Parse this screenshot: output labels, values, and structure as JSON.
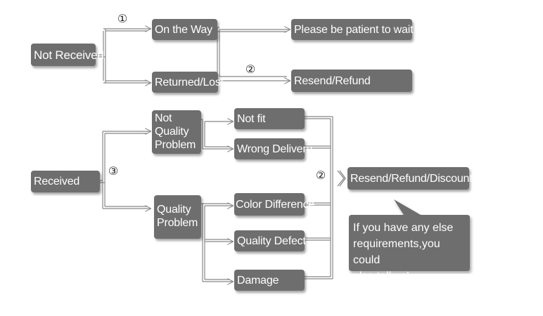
{
  "nodes": {
    "not_received": "Not Received",
    "on_the_way": "On the Way",
    "returned_lost": "Returned/Lost",
    "please_wait": "Please be patient to wait",
    "resend_refund": "Resend/Refund",
    "received": "Received",
    "not_quality_problem": "Not\nQuality\nProblem",
    "quality_problem": "Quality\nProblem",
    "not_fit": "Not fit",
    "wrong_delivery": "Wrong Deliveru",
    "color_difference": "Color Difference",
    "quality_defect": "Quality Defect",
    "damage": "Damage",
    "resend_refund_discount": "Resend/Refund/Discount"
  },
  "markers": {
    "one": "①",
    "two_top": "②",
    "three": "③",
    "two_bottom": "②"
  },
  "note": "If you have any else\nrequirements,you could\nalso tell us!",
  "colors": {
    "box_fill": "#6e6e6e",
    "box_text": "#ffffff",
    "connector": "#888888",
    "background": "#ffffff"
  }
}
